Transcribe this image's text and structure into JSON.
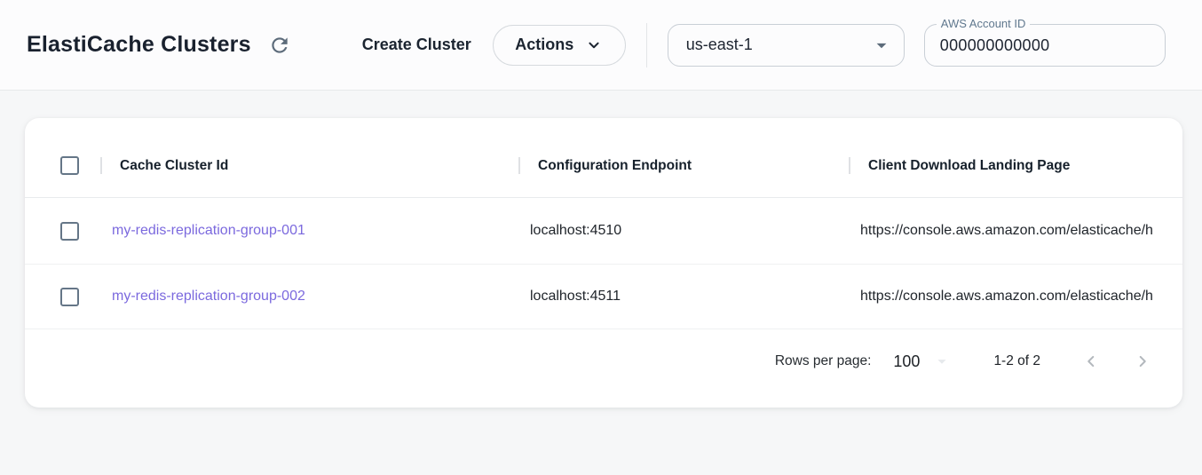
{
  "header": {
    "title": "ElastiCache Clusters",
    "create_cluster_label": "Create Cluster",
    "actions_label": "Actions",
    "region": {
      "selected": "us-east-1"
    },
    "account": {
      "label": "AWS Account ID",
      "value": "000000000000"
    }
  },
  "table": {
    "columns": [
      "Cache Cluster Id",
      "Configuration Endpoint",
      "Client Download Landing Page"
    ],
    "rows": [
      {
        "cache_cluster_id": "my-redis-replication-group-001",
        "configuration_endpoint": "localhost:4510",
        "client_download_landing_page": "https://console.aws.amazon.com/elasticache/h"
      },
      {
        "cache_cluster_id": "my-redis-replication-group-002",
        "configuration_endpoint": "localhost:4511",
        "client_download_landing_page": "https://console.aws.amazon.com/elasticache/h"
      }
    ]
  },
  "pagination": {
    "rows_per_page_label": "Rows per page:",
    "rows_per_page_value": "100",
    "range": "1-2 of 2"
  },
  "icons": {
    "refresh": "refresh-icon",
    "chevron_down": "chevron-down-icon",
    "dropdown_arrow": "dropdown-arrow-icon",
    "chevron_left": "chevron-left-icon",
    "chevron_right": "chevron-right-icon"
  },
  "colors": {
    "link": "#7b69de",
    "icon": "#5c6b7a",
    "page_bg": "#f6f7f8",
    "card_bg": "#ffffff"
  }
}
